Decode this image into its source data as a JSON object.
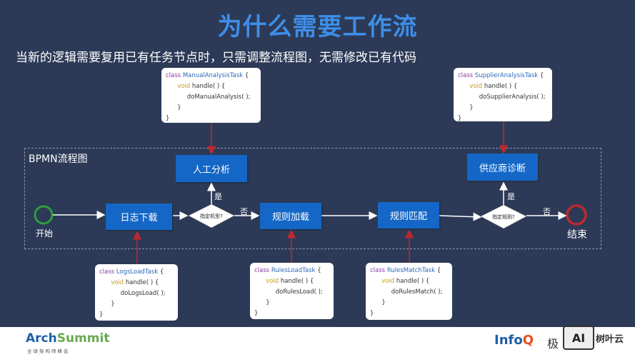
{
  "title": "为什么需要工作流",
  "subtitle": "当新的逻辑需要复用已有任务节点时，只需调整流程图，无需修改已有代码",
  "bpmn_label": "BPMN流程图",
  "events": {
    "start": "开始",
    "end": "结束"
  },
  "tasks": {
    "logs": "日志下载",
    "manual": "人工分析",
    "rules_load": "规则加载",
    "rules_match": "规则匹配",
    "supplier": "供应商诊断"
  },
  "gateways": {
    "g1": "指定机型?",
    "g2": "指定规则?"
  },
  "edge_labels": {
    "g1_yes": "是",
    "g1_no": "否",
    "g2_yes": "是",
    "g2_no": "否"
  },
  "code": {
    "manual": {
      "class": "ManualAnalysisTask",
      "call": "doManualAnalysis( );"
    },
    "supplier": {
      "class": "SupplierAnalysisTask",
      "call": "doSupplierAnalysis( );"
    },
    "logs": {
      "class": "LogsLoadTask",
      "call": "doLogsLoad( );"
    },
    "rules_load": {
      "class": "RulesLoadTask",
      "call": "doRulesLoad( );"
    },
    "rules_match": {
      "class": "RulesMatchTask",
      "call": "doRulesMatch( );"
    }
  },
  "code_common": {
    "kw_class": "class",
    "open": "{",
    "void": "void",
    "handle": "handle( ) {",
    "close_inner": "}",
    "close_outer": "}"
  },
  "footer": {
    "arch": "Arch",
    "summit": "Summit",
    "arch_sub": "全球架构师峰会",
    "infoq_a": "Info",
    "infoq_q": "Q",
    "jike": "极",
    "ai": "AI",
    "tree": "树叶云"
  },
  "colors": {
    "task_blue": "#1467c6",
    "title_blue": "#3d8ee8",
    "arrow_red": "#c0282d",
    "start_green": "#2e9e3e",
    "end_red": "#c0282d"
  }
}
